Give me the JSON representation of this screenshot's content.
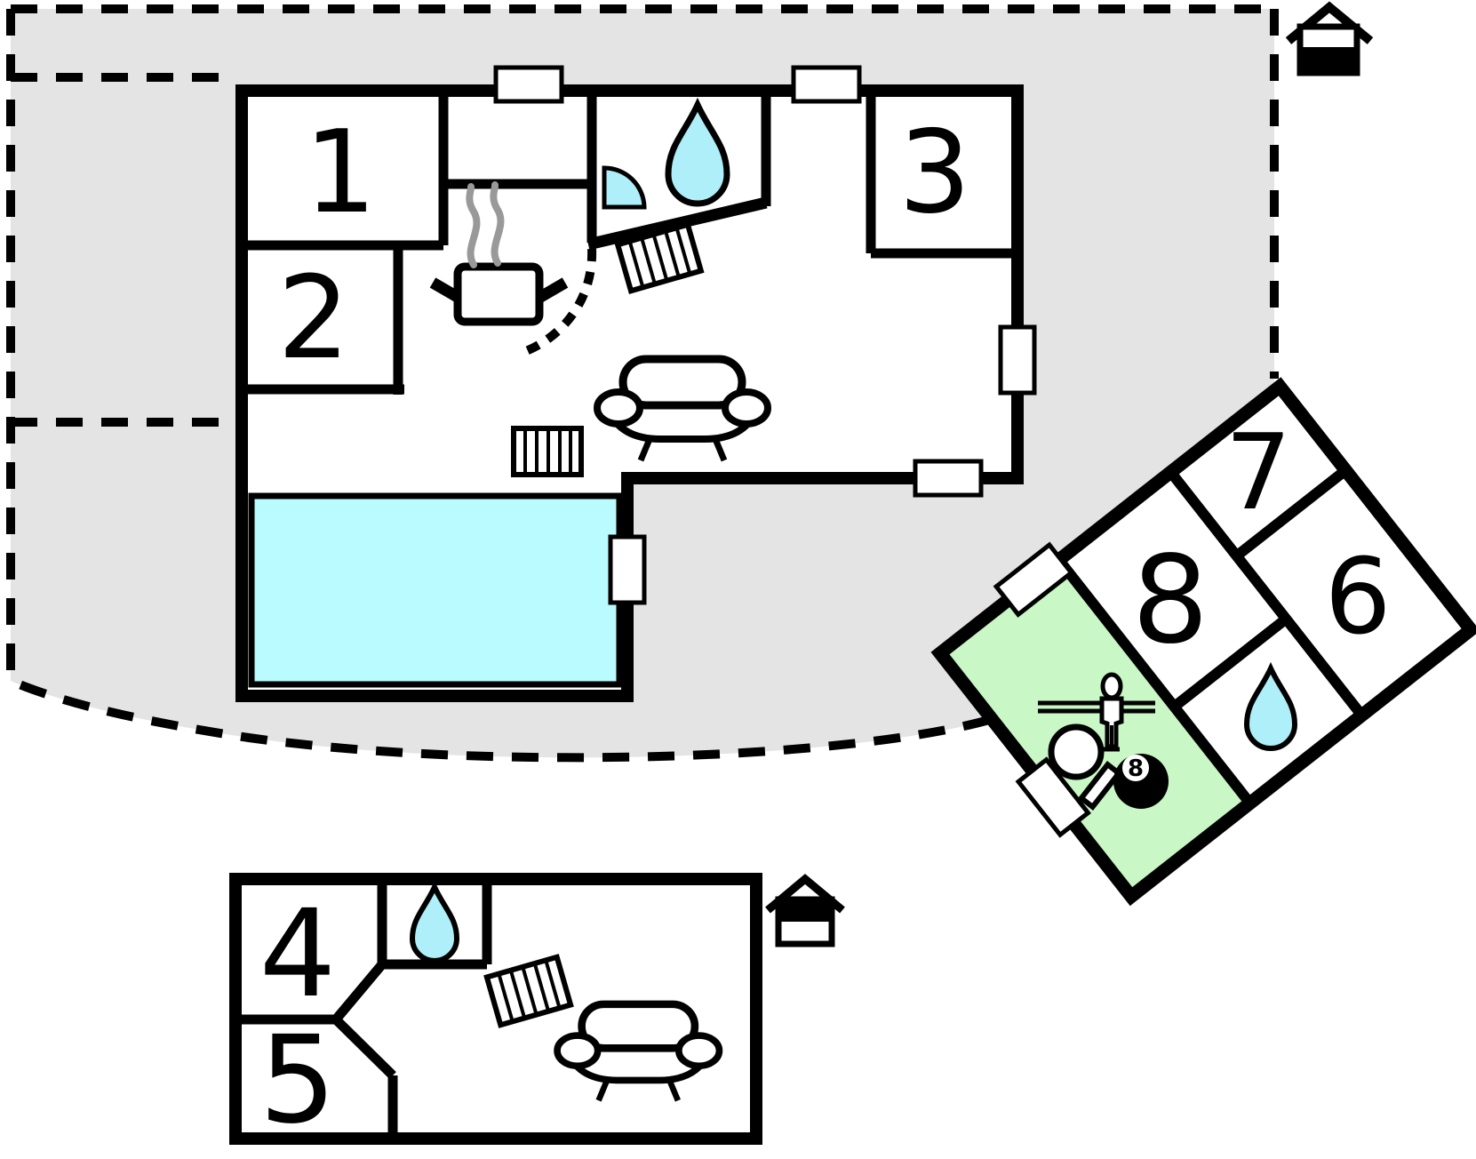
{
  "plan": {
    "type": "floor-plan",
    "boundary_style": "dashed",
    "colors": {
      "plot": "#e4e4e4",
      "wall": "#000000",
      "pool": "#b9fbff",
      "water": "#aeeffa",
      "game_room": "#c9f7c5",
      "steam": "#999999",
      "paper": "#ffffff"
    },
    "buildings": {
      "main": {
        "rooms": [
          {
            "label": "1"
          },
          {
            "label": "2"
          },
          {
            "label": "3"
          }
        ],
        "features": [
          "kitchen-pot",
          "steam",
          "shower-quarter-circle",
          "water-drop",
          "door-swing-arc",
          "radiator",
          "radiator",
          "sofa",
          "swimming-pool"
        ],
        "window_count": 5
      },
      "guest": {
        "rooms": [
          {
            "label": "4"
          },
          {
            "label": "5"
          }
        ],
        "features": [
          "water-drop",
          "radiator",
          "sofa"
        ]
      },
      "annex": {
        "rotation_deg": -38.15,
        "rooms": [
          {
            "label": "6"
          },
          {
            "label": "7"
          },
          {
            "label": "8"
          }
        ],
        "features": [
          "game-room",
          "table-tennis-paddle",
          "foosball-figure",
          "billiard-8-ball",
          "water-drop"
        ],
        "eight_ball_label": "8",
        "window_count": 2
      }
    },
    "markers": [
      "house-icon-north",
      "house-icon-south"
    ]
  }
}
